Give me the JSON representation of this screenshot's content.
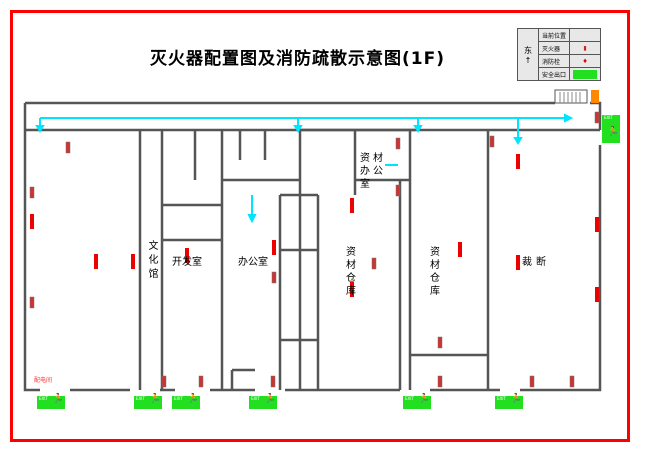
{
  "title": "灭火器配置图及消防疏散示意图(1F)",
  "legend": {
    "direction": "东",
    "rows": [
      {
        "label": "当前位置"
      },
      {
        "label": "灭火器"
      },
      {
        "label": "消防栓"
      },
      {
        "label": "安全出口"
      }
    ]
  },
  "rooms": {
    "culture": "文化馆",
    "dev": "开发室",
    "office": "办公室",
    "material_office": "资材办公室",
    "warehouse1": "资材仓库",
    "warehouse2": "资材仓库",
    "cutting": "裁断",
    "power": "配电间"
  },
  "exit_label": "EXIT",
  "colors": {
    "frame": "#ff0000",
    "wall": "#555555",
    "route": "#00e5ff",
    "exit": "#22e020",
    "extinguisher": "#cc2222"
  }
}
